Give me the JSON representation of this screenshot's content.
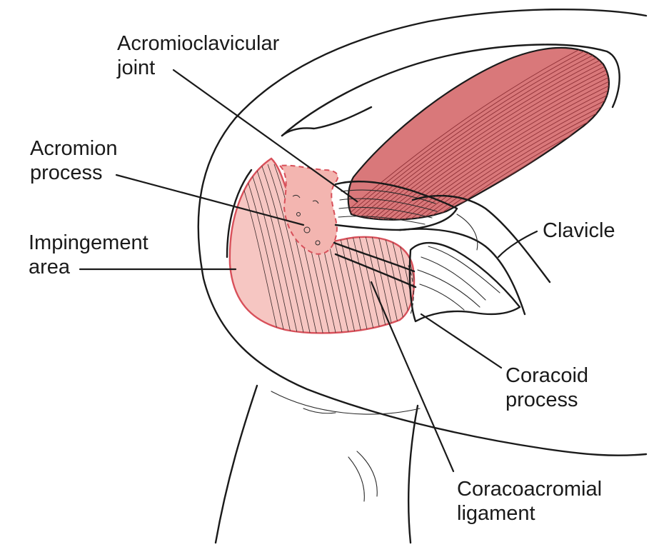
{
  "labels": {
    "acromioclavicular_joint": [
      "Acromioclavicular",
      "joint"
    ],
    "acromion_process": [
      "Acromion",
      "process"
    ],
    "impingement_area": [
      "Impingement",
      "area"
    ],
    "clavicle": [
      "Clavicle"
    ],
    "coracoid_process": [
      "Coracoid",
      "process"
    ],
    "coracoacromial_ligament": [
      "Coracoacromial",
      "ligament"
    ]
  },
  "colors": {
    "background": "#ffffff",
    "ink": "#1a1a1a",
    "muscle": "#d9787a",
    "muscle_striation": "#8e2f35",
    "impingement_fill": "#f6c6c2",
    "impingement_edge": "#d8505a"
  }
}
